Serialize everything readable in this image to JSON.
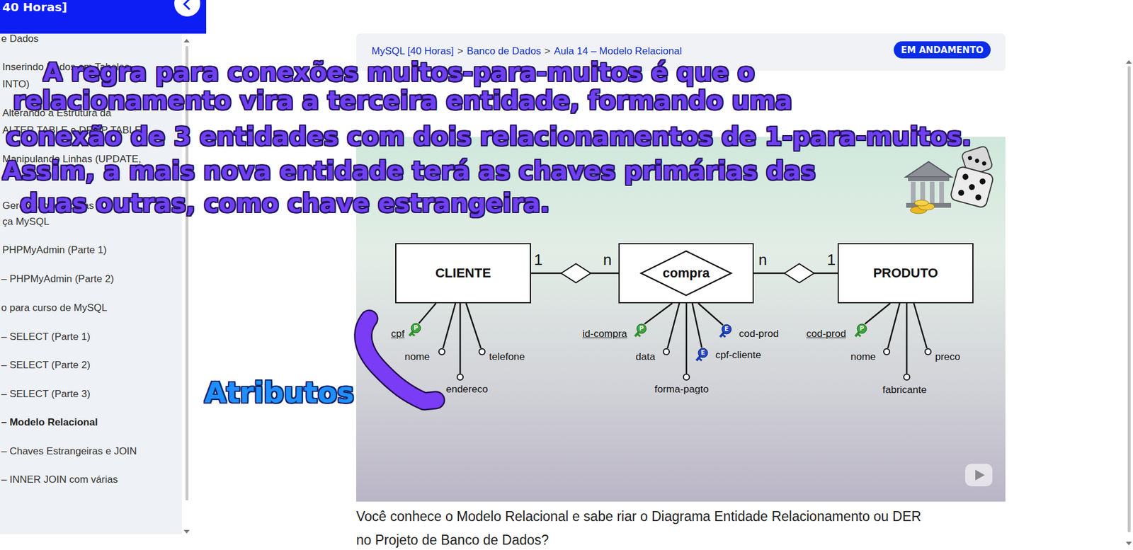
{
  "diagram": {
    "nodes": [
      {
        "text": [
          "40 Horas]"
        ]
      },
      {
        "text": [
          "EM ANDAMENTO"
        ]
      },
      {
        "text": [
          "CLIENTE"
        ]
      },
      {
        "text": [
          "compra"
        ]
      },
      {
        "text": [
          "PRODUTO"
        ]
      }
    ],
    "edges": [
      {
        "from": 2,
        "to": 3,
        "arrow": "none"
      },
      {
        "from": 3,
        "to": 4,
        "arrow": "none"
      }
    ],
    "labels": [
      "e Dados",
      "Inserindo Dados em Tabelas",
      "INTO)",
      "Alterando a Estrutura da",
      "ALTER TABLE e DROP TABLE)",
      "Manipulando Linhas (UPDATE,",
      "Gerenciando Cópias",
      "ça MySQL",
      "PHPMyAdmin (Parte 1)",
      "– PHPMyAdmin (Parte 2)",
      "o para curso de MySQL",
      "– SELECT (Parte 1)",
      "– SELECT (Parte 2)",
      "– SELECT (Parte 3)",
      "– Modelo Relacional",
      "– Chaves Estrangeiras e JOIN",
      "– INNER JOIN com várias",
      "MySQL [40 Horas]",
      ">",
      "Banco de Dados",
      ">",
      "Aula 14 – Modelo Relacional",
      "A regra para conexões muitos-para-muitos é que o",
      "relacionamento vira a terceira entidade, formando uma",
      "conexão de 3 entidades com dois relacionamentos de 1-para-muitos.",
      "Assim, a mais nova entidade terá as chaves primárias das",
      "duas outras, como chave estrangeira.",
      "Atributos",
      "1",
      "n",
      "n",
      "1",
      "cpf",
      "P",
      "nome",
      "telefone",
      "endereco",
      "id-compra",
      "P",
      "data",
      "cod-prod",
      "E",
      "cpf-cliente",
      "E",
      "forma-pagto",
      "cod-prod",
      "P",
      "nome",
      "preco",
      "fabricante",
      "Você conhece o Modelo Relacional e sabe riar o Diagrama Entidade Relacionamento ou DER",
      "no Projeto de Banco de Dados?"
    ]
  }
}
